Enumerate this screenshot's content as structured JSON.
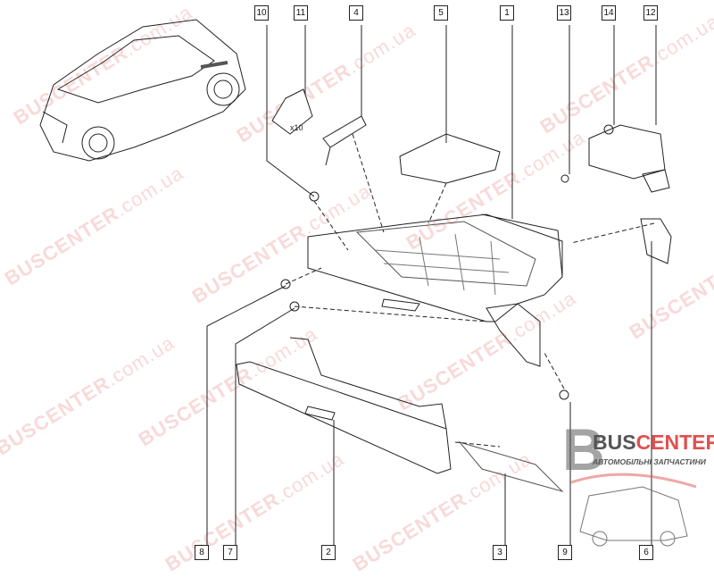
{
  "watermark": {
    "brand": "BUSCENTER",
    "suffix": ".com.ua"
  },
  "logo": {
    "letter": "B",
    "brand_a": "BUS",
    "brand_b": "CENTER",
    "tagline": "АВТОМОБІЛЬНІ ЗАПЧАСТИНИ"
  },
  "callouts_top": [
    "10",
    "11",
    "4",
    "5",
    "1",
    "13",
    "14",
    "12"
  ],
  "callouts_bottom": [
    "8",
    "7",
    "2",
    "3",
    "9",
    "6"
  ],
  "bag_label": "x10",
  "colors": {
    "accent": "#e05050",
    "line": "#222222"
  }
}
